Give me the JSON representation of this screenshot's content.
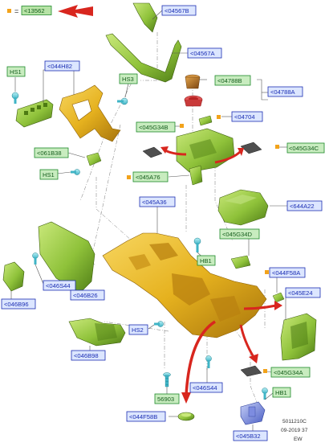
{
  "legend": {
    "equals": "=",
    "code": "<13562"
  },
  "colors": {
    "blue_label": "#1c2fb3",
    "green_label": "#1e8a2a",
    "yellow": "#e6b21f",
    "lime": "#8fc23a",
    "orange_key": "#f2a31b",
    "arrow_red": "#d8261e"
  },
  "labels": {
    "p04567B": "<04567B",
    "p04567A": "<04567A",
    "p044H82": "<044H82",
    "hs1_top": "HS1",
    "hs3": "HS3",
    "p04788B": "<04788B",
    "p04788A": "<04788A",
    "p04704": "<04704",
    "p045G34B": "<045G34B",
    "p045G34C": "<045G34C",
    "p061B38": "<061B38",
    "hs1_mid": "HS1",
    "p045A76": "<045A76",
    "p045A36": "<045A36",
    "p644A22": "<644A22",
    "p045G34D": "<045G34D",
    "hb1_mid": "HB1",
    "p044F58A": "<044F58A",
    "p045E24": "<045E24",
    "p046S44_left": "<046S44",
    "p046B96": "<046B96",
    "p046B26": "<046B26",
    "hs2": "HS2",
    "p046B98": "<046B98",
    "p045G34A": "<045G34A",
    "p046S44_bottom": "<046S44",
    "hb1_bottom": "HB1",
    "p56903": "56903",
    "p044F58B": "<044F58B",
    "p045B32": "<045B32"
  },
  "footer": {
    "line1": "5011210C",
    "line2": "09-2019 37",
    "line3": "EW"
  }
}
